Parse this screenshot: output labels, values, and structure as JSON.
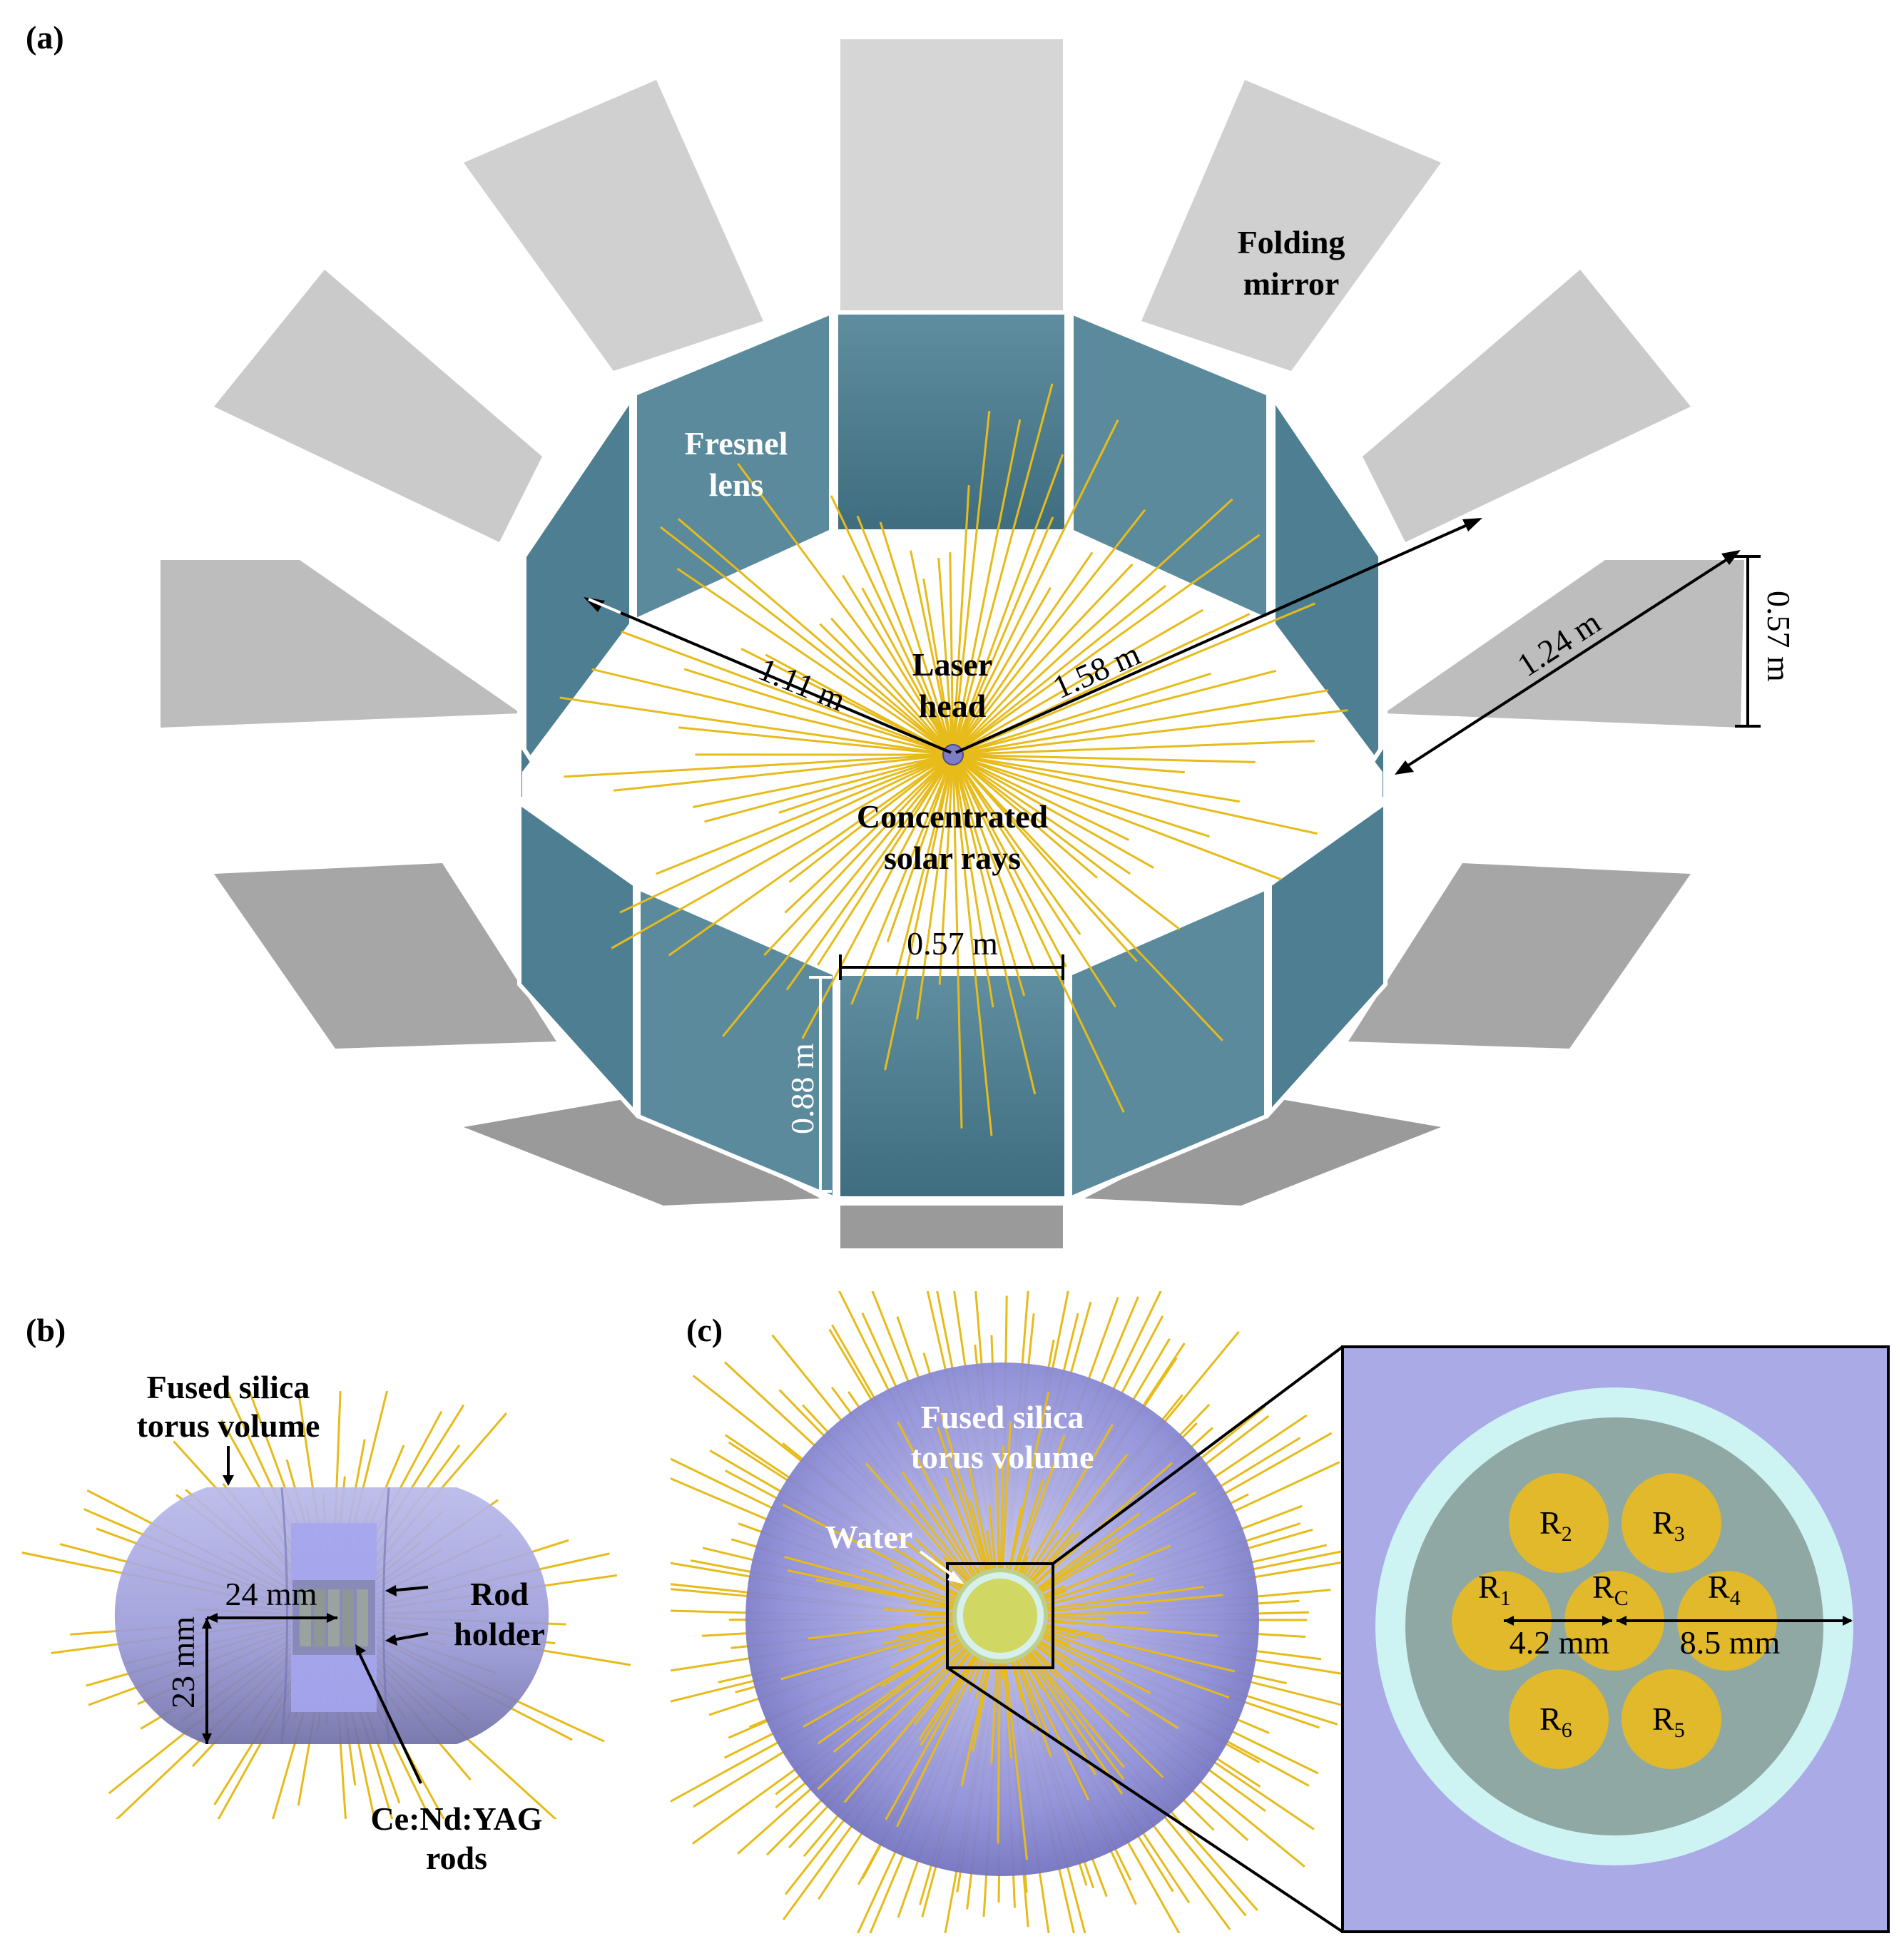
{
  "panel_a": {
    "tag": "(a)",
    "folding_mirror": [
      "Folding",
      "mirror"
    ],
    "fresnel_lens": [
      "Fresnel",
      "lens"
    ],
    "laser_head": [
      "Laser",
      "head"
    ],
    "concentrated_rays": [
      "Concentrated",
      "solar rays"
    ],
    "dim_radius_lens": "1.11 m",
    "dim_radius_mirror": "1.58 m",
    "dim_mirror_length": "1.24 m",
    "dim_mirror_width": "0.57 m",
    "dim_lens_width": "0.57 m",
    "dim_lens_height": "0.88 m"
  },
  "panel_b": {
    "tag": "(b)",
    "torus_label": [
      "Fused silica",
      "torus volume"
    ],
    "rod_holder": [
      "Rod",
      "holder"
    ],
    "rods": [
      "Ce:Nd:YAG",
      "rods"
    ],
    "dim_width": "24 mm",
    "dim_height": "23 mm"
  },
  "panel_c": {
    "tag": "(c)",
    "torus_label": [
      "Fused silica",
      "torus volume"
    ],
    "water": "Water",
    "rods": [
      {
        "main": "R",
        "sub": "2"
      },
      {
        "main": "R",
        "sub": "3"
      },
      {
        "main": "R",
        "sub": "1"
      },
      {
        "main": "R",
        "sub": "C"
      },
      {
        "main": "R",
        "sub": "4"
      },
      {
        "main": "R",
        "sub": "6"
      },
      {
        "main": "R",
        "sub": "5"
      }
    ],
    "dim_pitch": "4.2 mm",
    "dim_radius": "8.5 mm"
  },
  "colors": {
    "ray": "#e6bb1a",
    "mirror_light": "#d6d6d6",
    "mirror_dark": "#a2a2a2",
    "lens": "#4d7d90",
    "torus": "#8f8fd8",
    "inset_bg": "#aaaae6",
    "water_ring": "#cdf3f3",
    "holder": "#8fa8a3",
    "rod": "#e1b92b"
  }
}
